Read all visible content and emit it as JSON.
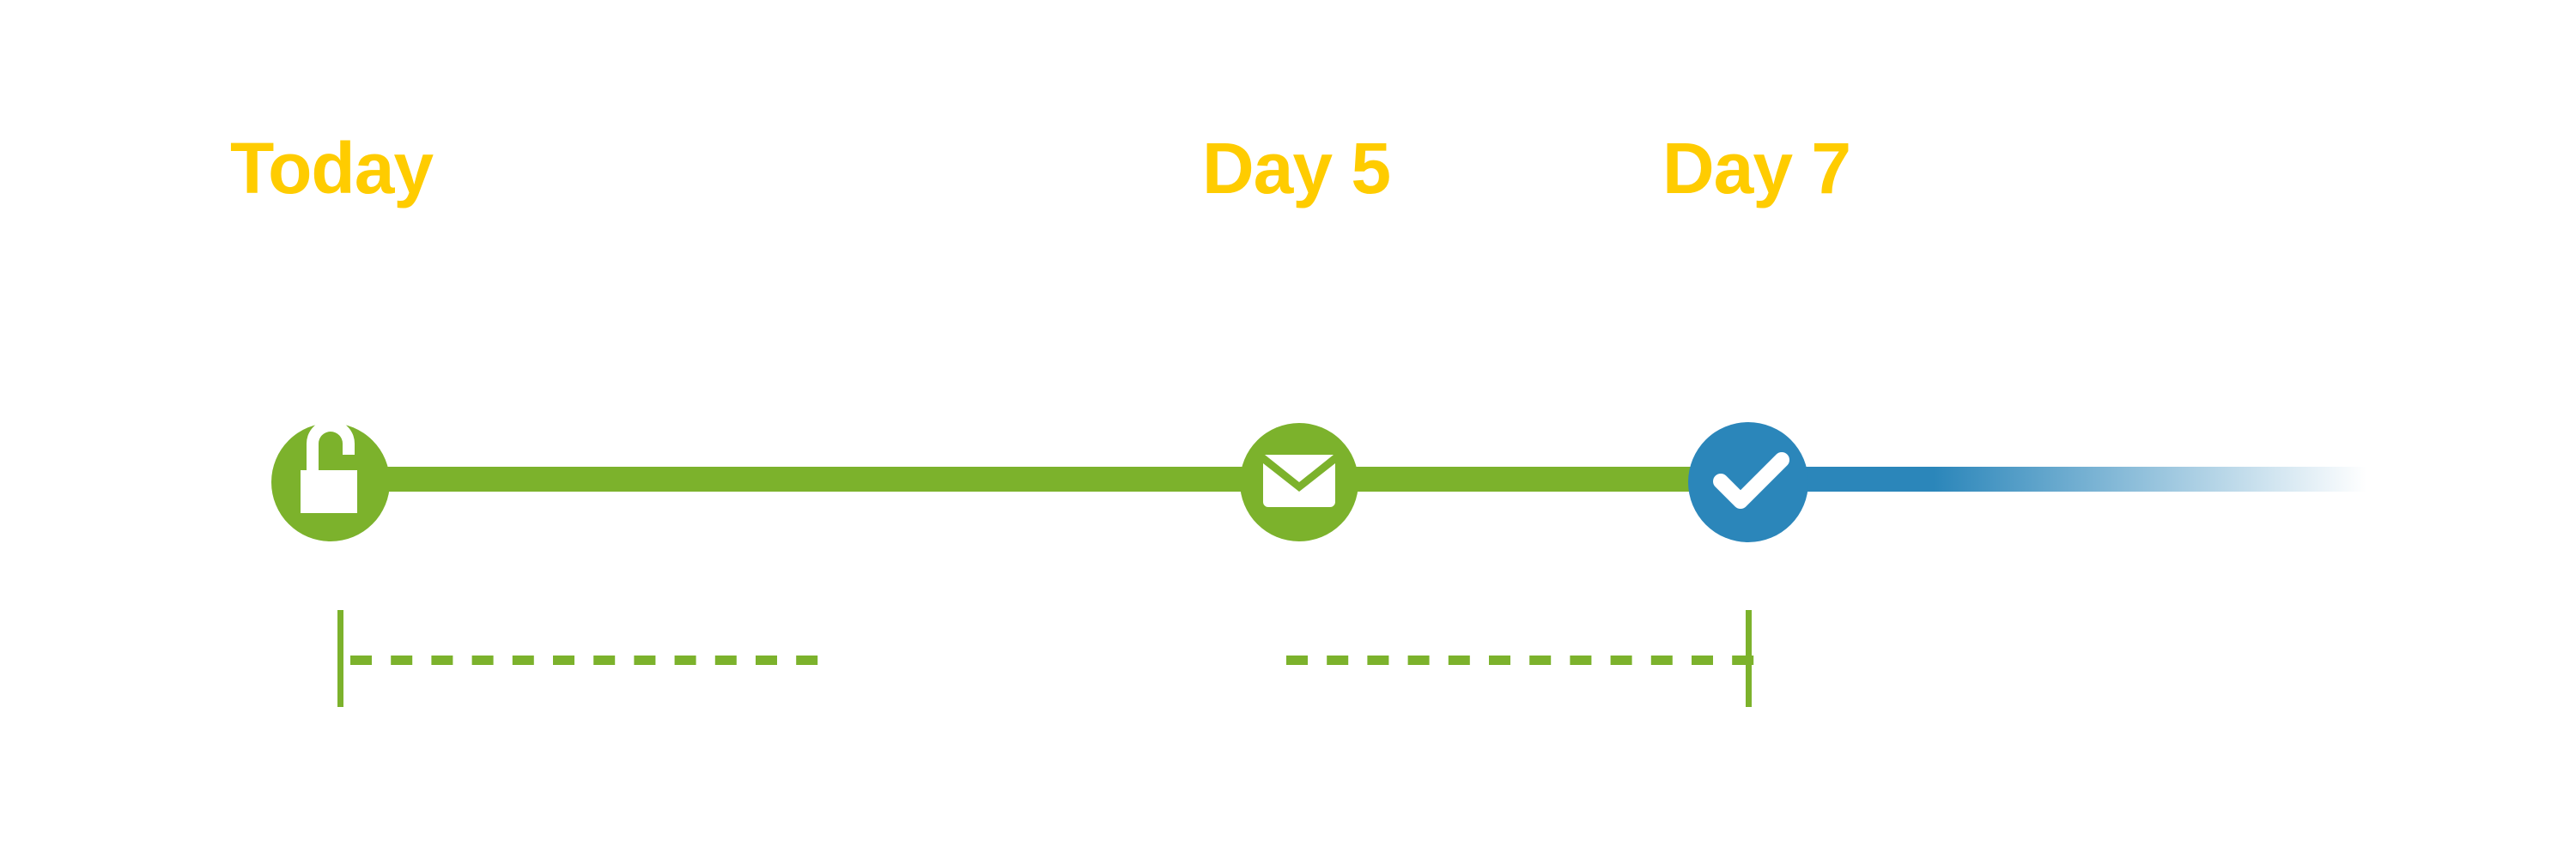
{
  "milestones": [
    {
      "label": "Today",
      "icon": "unlock-icon"
    },
    {
      "label": "Day 5",
      "icon": "envelope-icon"
    },
    {
      "label": "Day 7",
      "icon": "checkmark-icon"
    }
  ],
  "colors": {
    "label": "#ffcc00",
    "green": "#7cb22c",
    "blue": "#2b86ba"
  }
}
